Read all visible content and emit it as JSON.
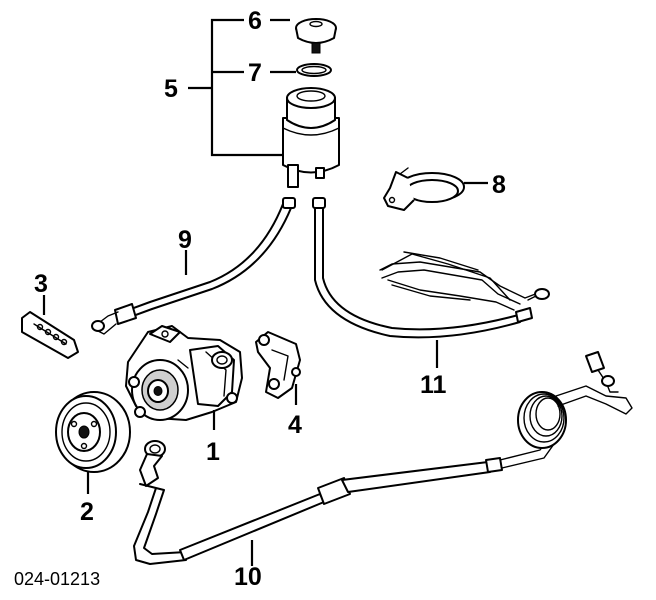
{
  "callouts": {
    "c1": "1",
    "c2": "2",
    "c3": "3",
    "c4": "4",
    "c5": "5",
    "c6": "6",
    "c7": "7",
    "c8": "8",
    "c9": "9",
    "c10": "10",
    "c11": "11"
  },
  "diagram_code": "024-01213"
}
